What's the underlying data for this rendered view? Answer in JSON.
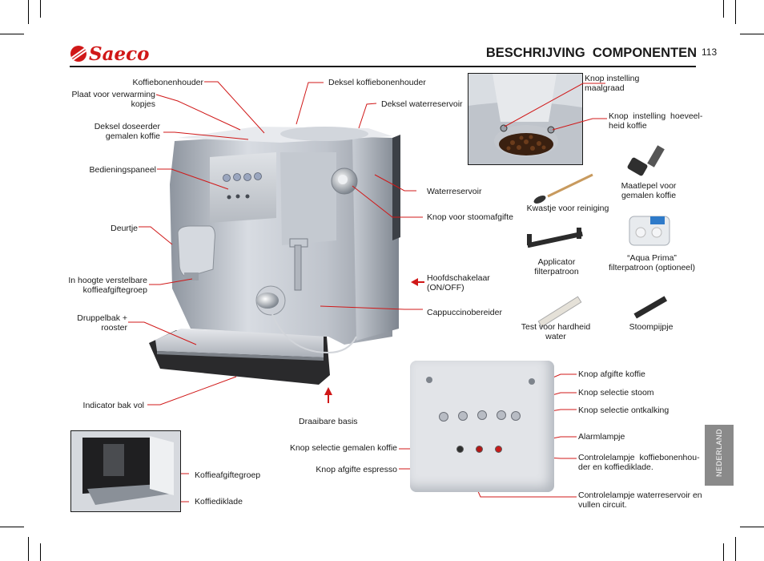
{
  "header": {
    "brand": "Saeco",
    "title": "BESCHRIJVING  COMPONENTEN",
    "page_number": "113"
  },
  "side_tab": {
    "text": "NEDERLAND"
  },
  "machine_labels": {
    "bonenhouder": "Koffiebonenhouder",
    "plaat": "Plaat voor verwarming\nkopjes",
    "deksel_doseerder": "Deksel doseerder\ngemalen koffie",
    "bedieningspaneel": "Bedieningspaneel",
    "deurtje": "Deurtje",
    "hoogte": "In hoogte verstelbare\nkoffieafgiftegroep",
    "druppelbak": "Druppelbak +\nrooster",
    "indicator": "Indicator bak vol",
    "deksel_bonen": "Deksel koffiebonenhouder",
    "deksel_water": "Deksel waterreservoir",
    "waterreservoir": "Waterreservoir",
    "stoomafgifte": "Knop voor stoomafgifte",
    "hoofdschakelaar": "Hoofdschakelaar\n(ON/OFF)",
    "cappuccino": "Cappuccinobereider",
    "draaibare": "Draaibare basis"
  },
  "grinder_labels": {
    "maalgraad": "Knop instelling\nmaalgraad",
    "hoeveelheid": "Knop  instelling  hoeveel-\nheid koffie"
  },
  "accessories": {
    "kwastje": "Kwastje voor reiniging",
    "maatlepel": "Maatlepel voor\ngemalen koffie",
    "applicator": "Applicator\nfilterpatroon",
    "aqua": "“Aqua Prima”\nfilterpatroon (optioneel)",
    "test": "Test voor hardheid\nwater",
    "stoompijpje": "Stoompijpje"
  },
  "panel_labels": {
    "afgifte_koffie": "Knop afgifte koffie",
    "selectie_stoom": "Knop selectie stoom",
    "selectie_ontkalking": "Knop selectie ontkalking",
    "alarmlampje": "Alarmlampje",
    "controle_bonen": "Controlelampje  koffiebonenhou-\nder en koffiediklade.",
    "controle_water": "Controlelampje waterreservoir en\nvullen circuit.",
    "gemalen": "Knop selectie gemalen koffie",
    "espresso": "Knop afgifte espresso"
  },
  "door_labels": {
    "afgiftegroep": "Koffieafgiftegroep",
    "diklade": "Koffiediklade"
  },
  "colors": {
    "accent_red": "#d01818",
    "tab_gray": "#8a8a8a",
    "machine_silver": "#b9bfc8"
  }
}
